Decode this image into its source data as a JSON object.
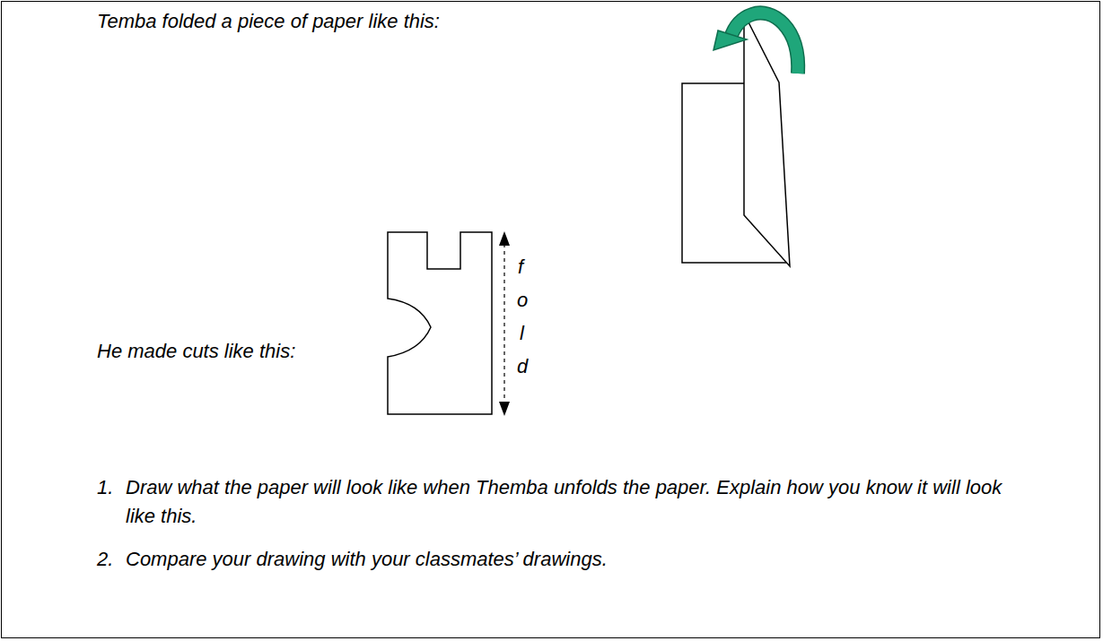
{
  "diagram": {
    "labels": [
      "Temba folded a piece of paper like this:",
      "He made cuts like this:",
      "f",
      "o",
      "l",
      "d",
      "1.",
      "Draw what the paper will look like when Themba unfolds the paper. Explain how you know it will look like this.",
      "2.",
      "Compare your drawing with your classmates’ drawings."
    ]
  }
}
